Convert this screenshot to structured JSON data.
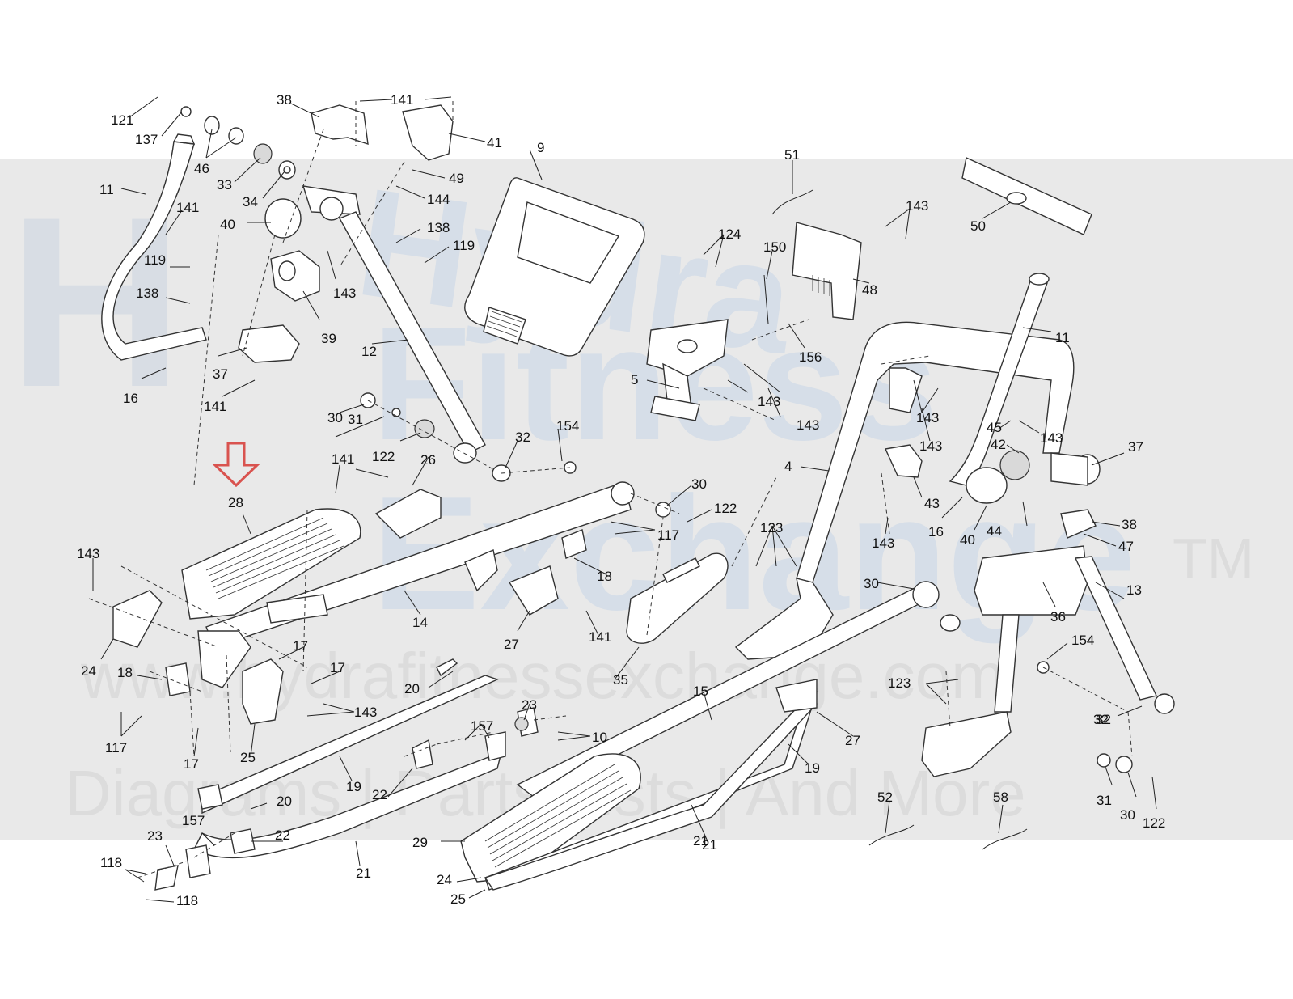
{
  "watermark": {
    "logo_letter": "H",
    "line1": "Hydra",
    "line2": "Fitness",
    "line3": "Exchange",
    "tm": "TM",
    "url": "www.hydrafitnessexchange.com",
    "tagline": "Diagrams | Parts Lists | And More"
  },
  "colors": {
    "arrow": "#d9534f",
    "watermark_band": "#e9e9e9",
    "line": "#333333"
  },
  "callouts": [
    "121",
    "137",
    "46",
    "33",
    "34",
    "38",
    "141",
    "41",
    "49",
    "144",
    "11",
    "141",
    "40",
    "119",
    "138",
    "16",
    "37",
    "141",
    "138",
    "119",
    "143",
    "39",
    "12",
    "9",
    "51",
    "124",
    "150",
    "48",
    "143",
    "50",
    "156",
    "5",
    "143",
    "143",
    "143",
    "11",
    "143",
    "45",
    "143",
    "42",
    "37",
    "4",
    "43",
    "143",
    "16",
    "40",
    "44",
    "38",
    "47",
    "13",
    "36",
    "154",
    "32",
    "30",
    "122",
    "31",
    "26",
    "32",
    "154",
    "30",
    "122",
    "117",
    "18",
    "141",
    "27",
    "141",
    "28",
    "143",
    "24",
    "18",
    "117",
    "17",
    "17",
    "17",
    "143",
    "25",
    "14",
    "20",
    "19",
    "22",
    "157",
    "23",
    "10",
    "35",
    "123",
    "30",
    "15",
    "27",
    "19",
    "21",
    "123",
    "32",
    "31",
    "30",
    "122",
    "52",
    "58",
    "29",
    "24",
    "25",
    "21",
    "118",
    "118",
    "23",
    "157",
    "22",
    "20",
    "21"
  ]
}
